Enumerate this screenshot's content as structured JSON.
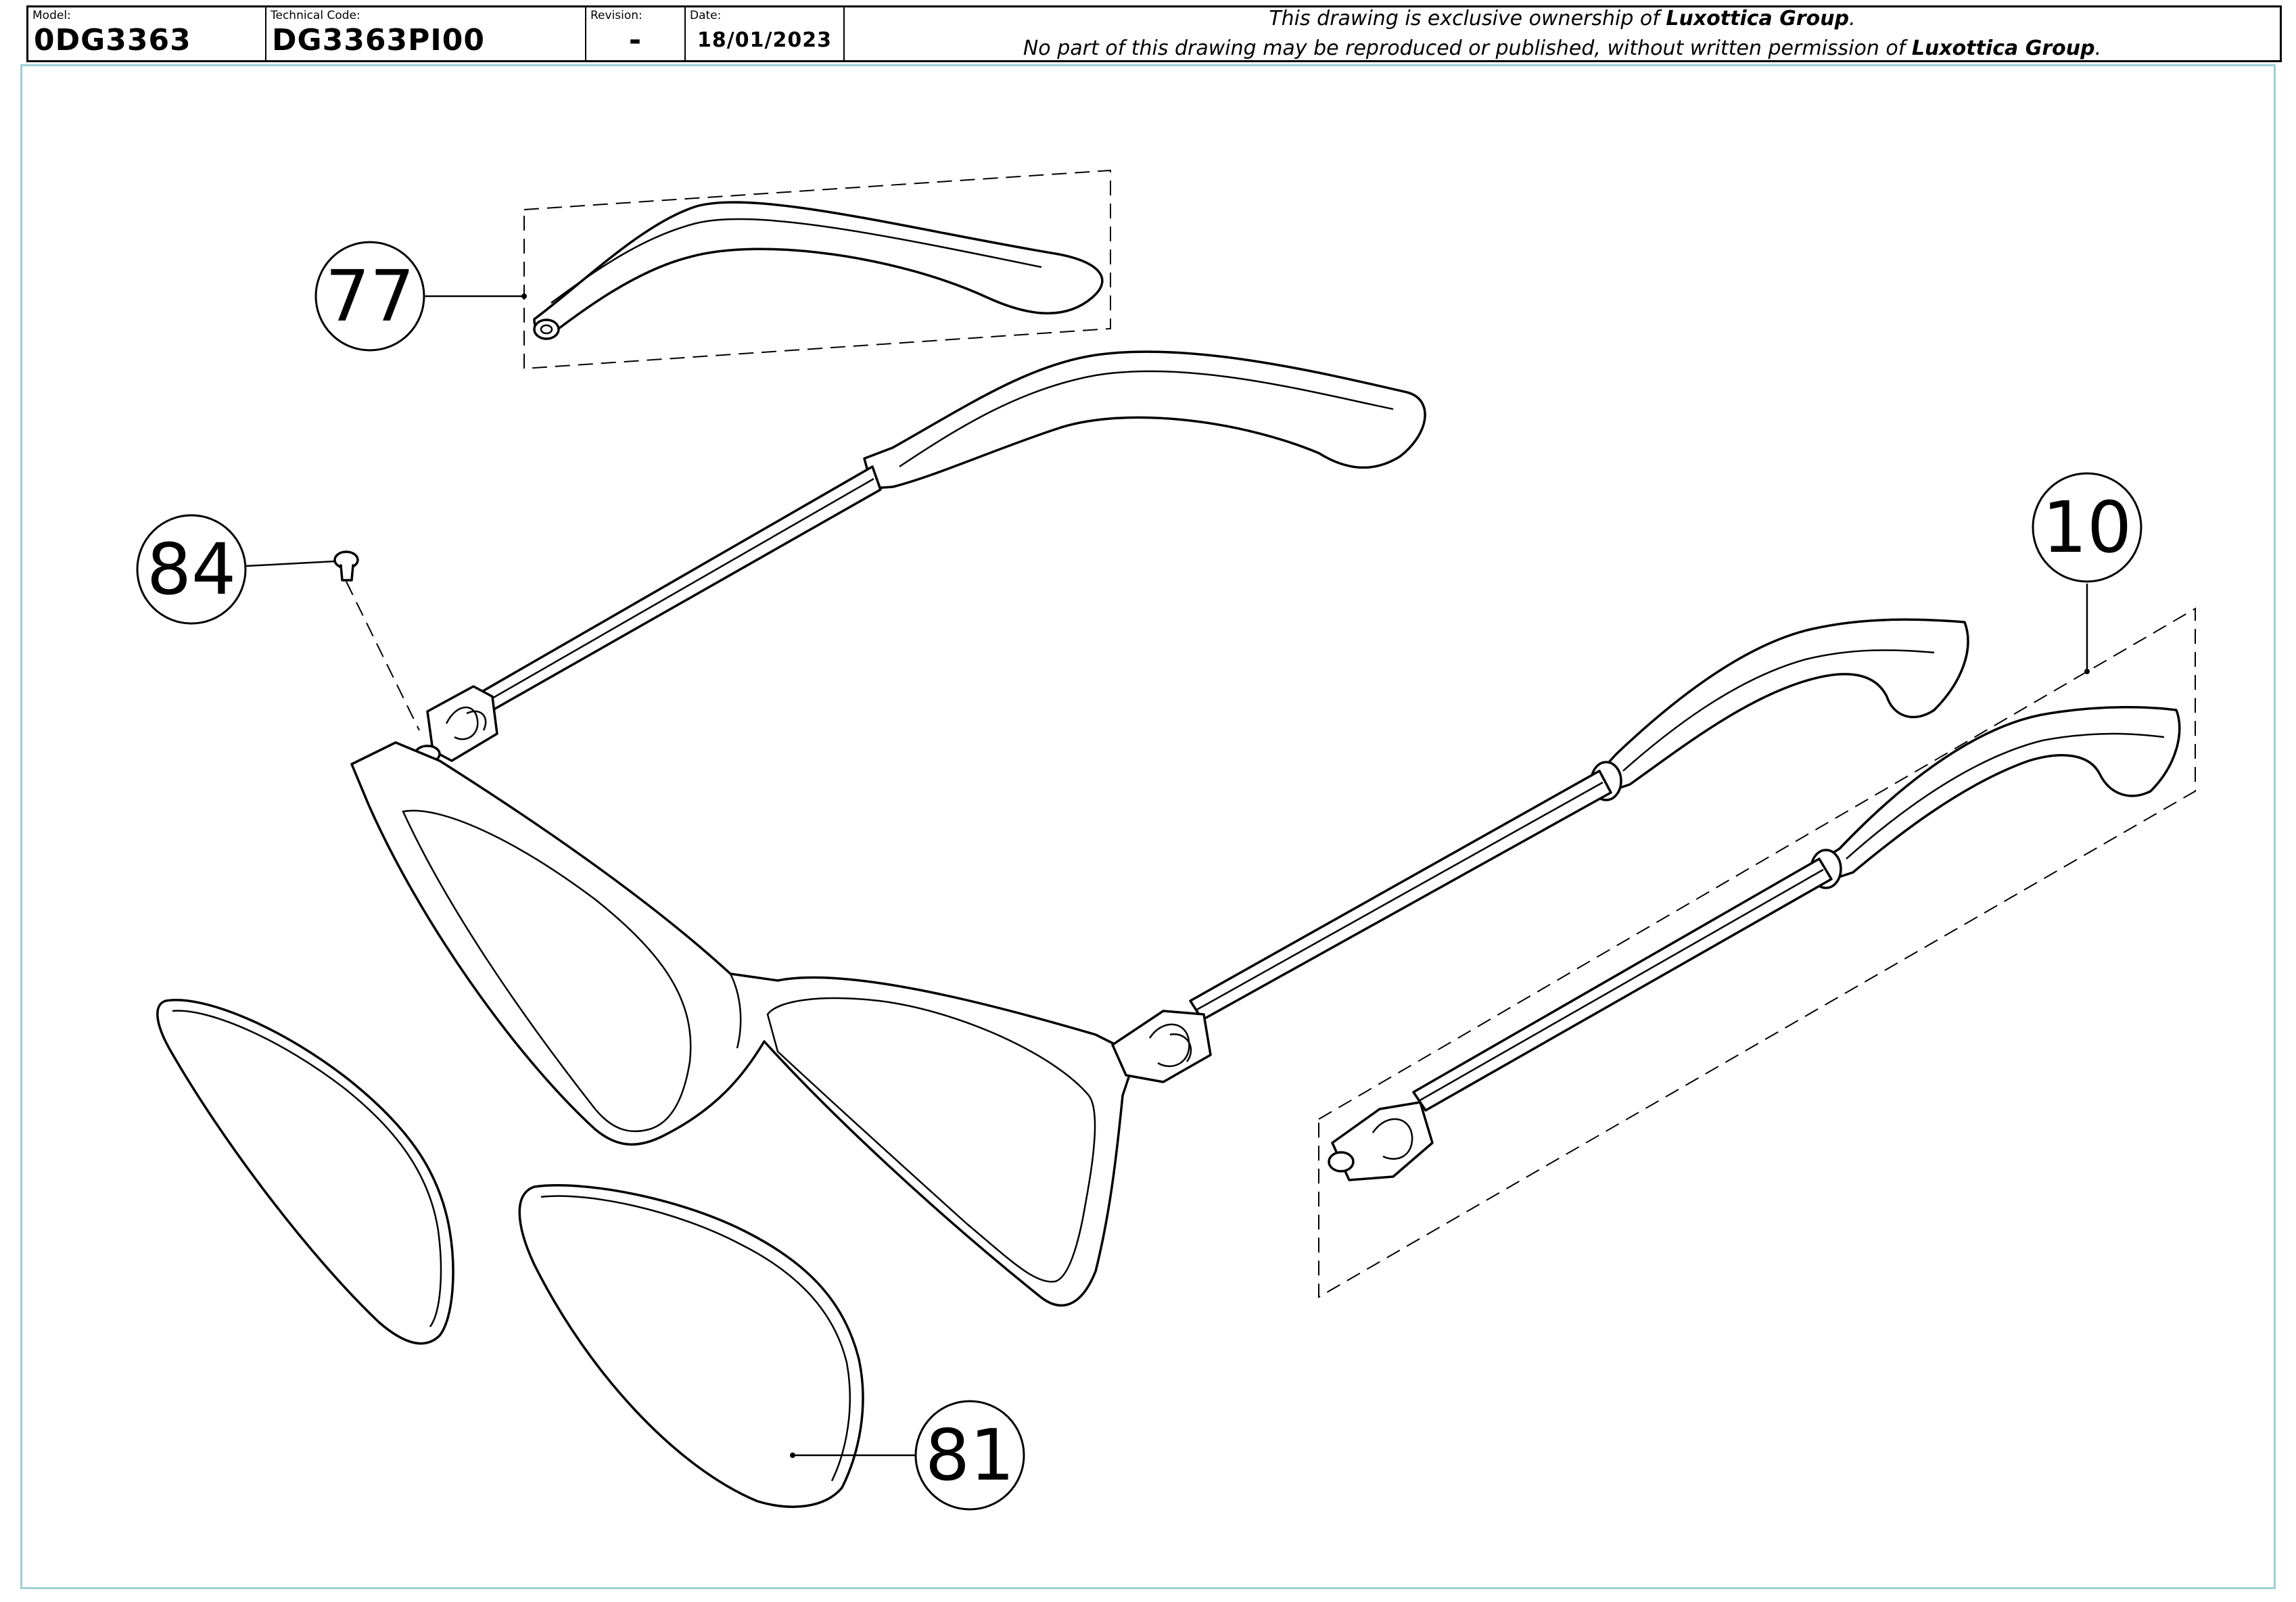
{
  "title_block": {
    "model_label": "Model:",
    "model_value": "0DG3363",
    "technical_code_label": "Technical Code:",
    "technical_code_value": "DG3363PI00",
    "revision_label": "Revision:",
    "revision_value": "-",
    "date_label": "Date:",
    "date_value": "18/01/2023",
    "notice_line1_prefix": "This drawing is exclusive ownership of ",
    "notice_line1_company": "Luxottica Group",
    "notice_line1_suffix": ".",
    "notice_line2_prefix": "No part of this drawing may be reproduced or published, without written permission of ",
    "notice_line2_company": "Luxottica Group",
    "notice_line2_suffix": "."
  },
  "callouts": {
    "temple_tip": "77",
    "screw": "84",
    "temple": "10",
    "lens": "81"
  },
  "colors": {
    "sheet_border": "#9ccfd6",
    "line": "#000000"
  }
}
